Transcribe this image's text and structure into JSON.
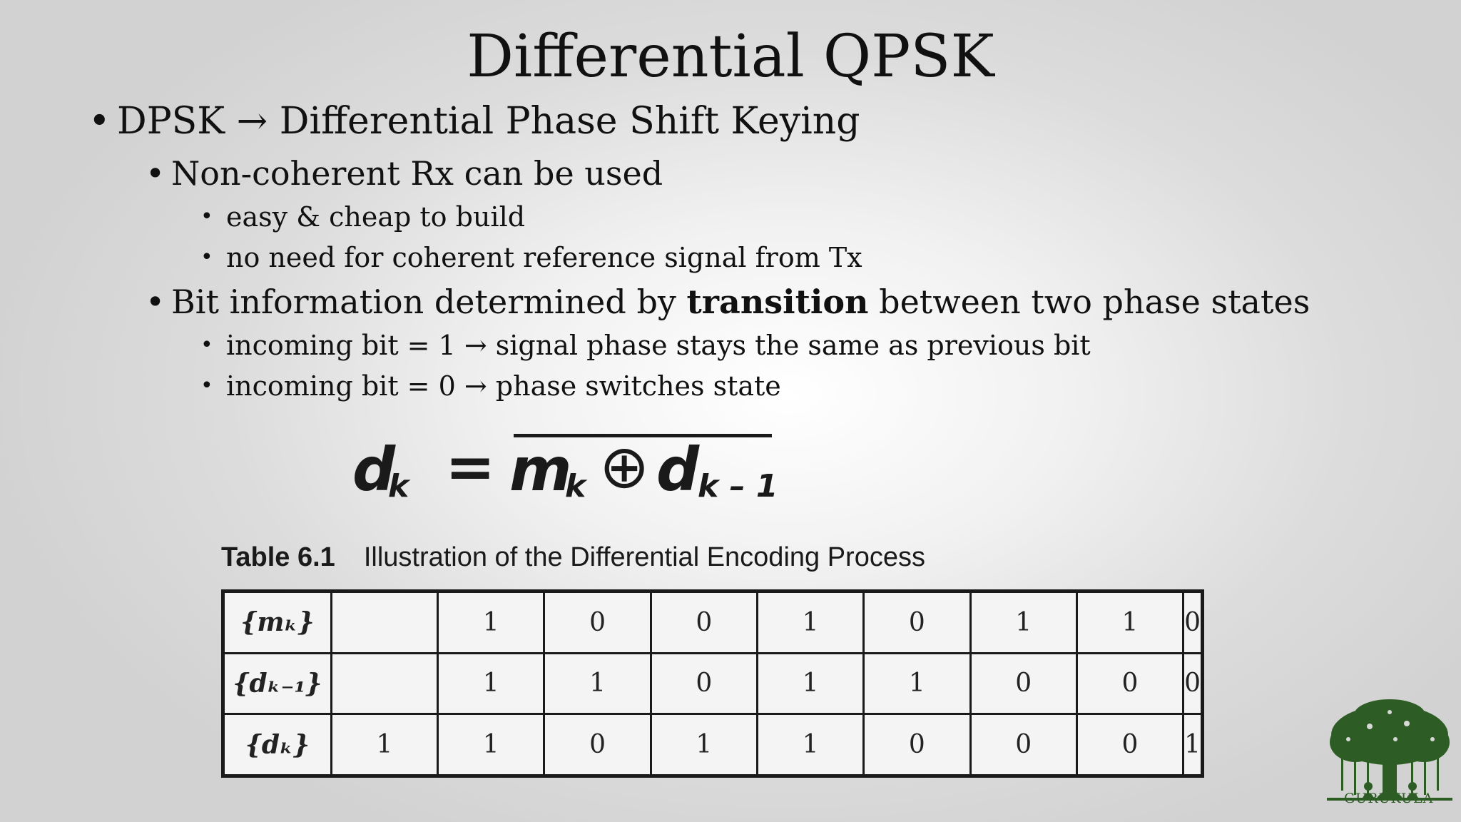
{
  "title": "Differential QPSK",
  "bullets": {
    "b1": "DPSK → Differential Phase Shift Keying",
    "b1_1": "Non-coherent Rx can be used",
    "b1_1_1": "easy & cheap to build",
    "b1_1_2": "no need for coherent reference signal from Tx",
    "b1_2_pre": "Bit information determined by ",
    "b1_2_bold": "transition",
    "b1_2_post": " between two phase states",
    "b1_2_1": "incoming bit = 1 → signal phase stays the same as previous bit",
    "b1_2_2": "incoming bit = 0 → phase switches state"
  },
  "formula": {
    "lhs": "d",
    "lhs_sub": "k",
    "eq": "=",
    "m": "m",
    "m_sub": "k",
    "xor": "⊕",
    "d": "d",
    "d_sub": "k – 1"
  },
  "table": {
    "caption_label": "Table 6.1",
    "caption_text": "Illustration of the Differential Encoding Process",
    "rows": [
      {
        "header": "{mₖ}",
        "cells": [
          "",
          "1",
          "0",
          "0",
          "1",
          "0",
          "1",
          "1",
          "0"
        ]
      },
      {
        "header": "{dₖ₋₁}",
        "cells": [
          "",
          "1",
          "1",
          "0",
          "1",
          "1",
          "0",
          "0",
          "0"
        ]
      },
      {
        "header": "{dₖ}",
        "cells": [
          "1",
          "1",
          "0",
          "1",
          "1",
          "0",
          "0",
          "0",
          "1"
        ]
      }
    ]
  },
  "logo": {
    "text": "GURUKULA",
    "icon": "banyan-tree-icon",
    "color": "#2d5d24"
  }
}
